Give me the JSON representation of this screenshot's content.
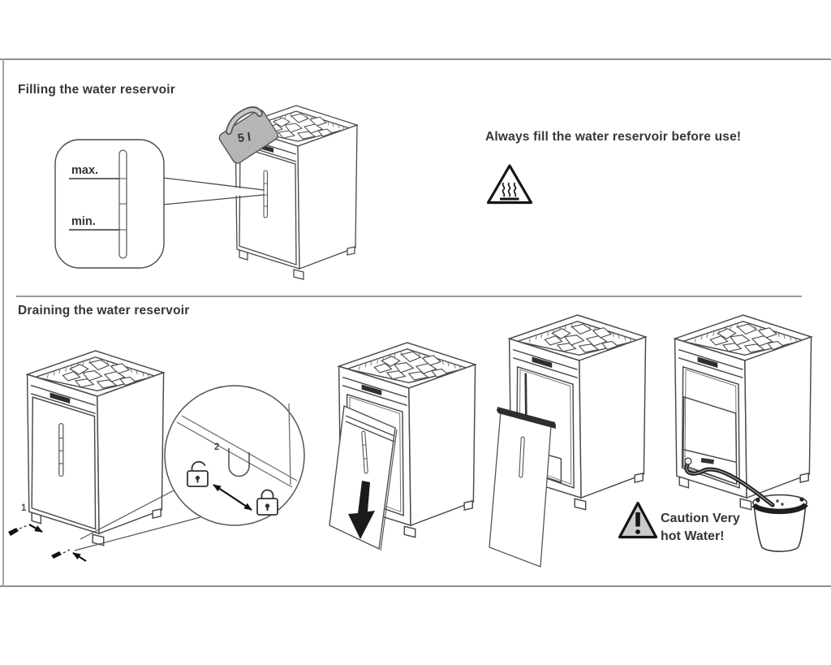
{
  "page": {
    "background": "#ffffff",
    "rule_color": "#8f8f8f"
  },
  "filling_section": {
    "title": "Filling the water reservoir",
    "gauge": {
      "max": "max.",
      "min": "min."
    },
    "jug_capacity": "5 l",
    "notice": "Always fill the water reservoir before use!",
    "warning_icon": "hot-surface-warning-icon"
  },
  "draining_section": {
    "title": "Draining the water reservoir",
    "step_1": "1",
    "step_2": "2",
    "caution": {
      "line1": "Caution Very",
      "line2": "hot Water!"
    },
    "warning_icon": "exclamation-warning-icon",
    "lock_icons": {
      "unlocked": "padlock-open-icon",
      "locked": "padlock-closed-icon"
    }
  }
}
